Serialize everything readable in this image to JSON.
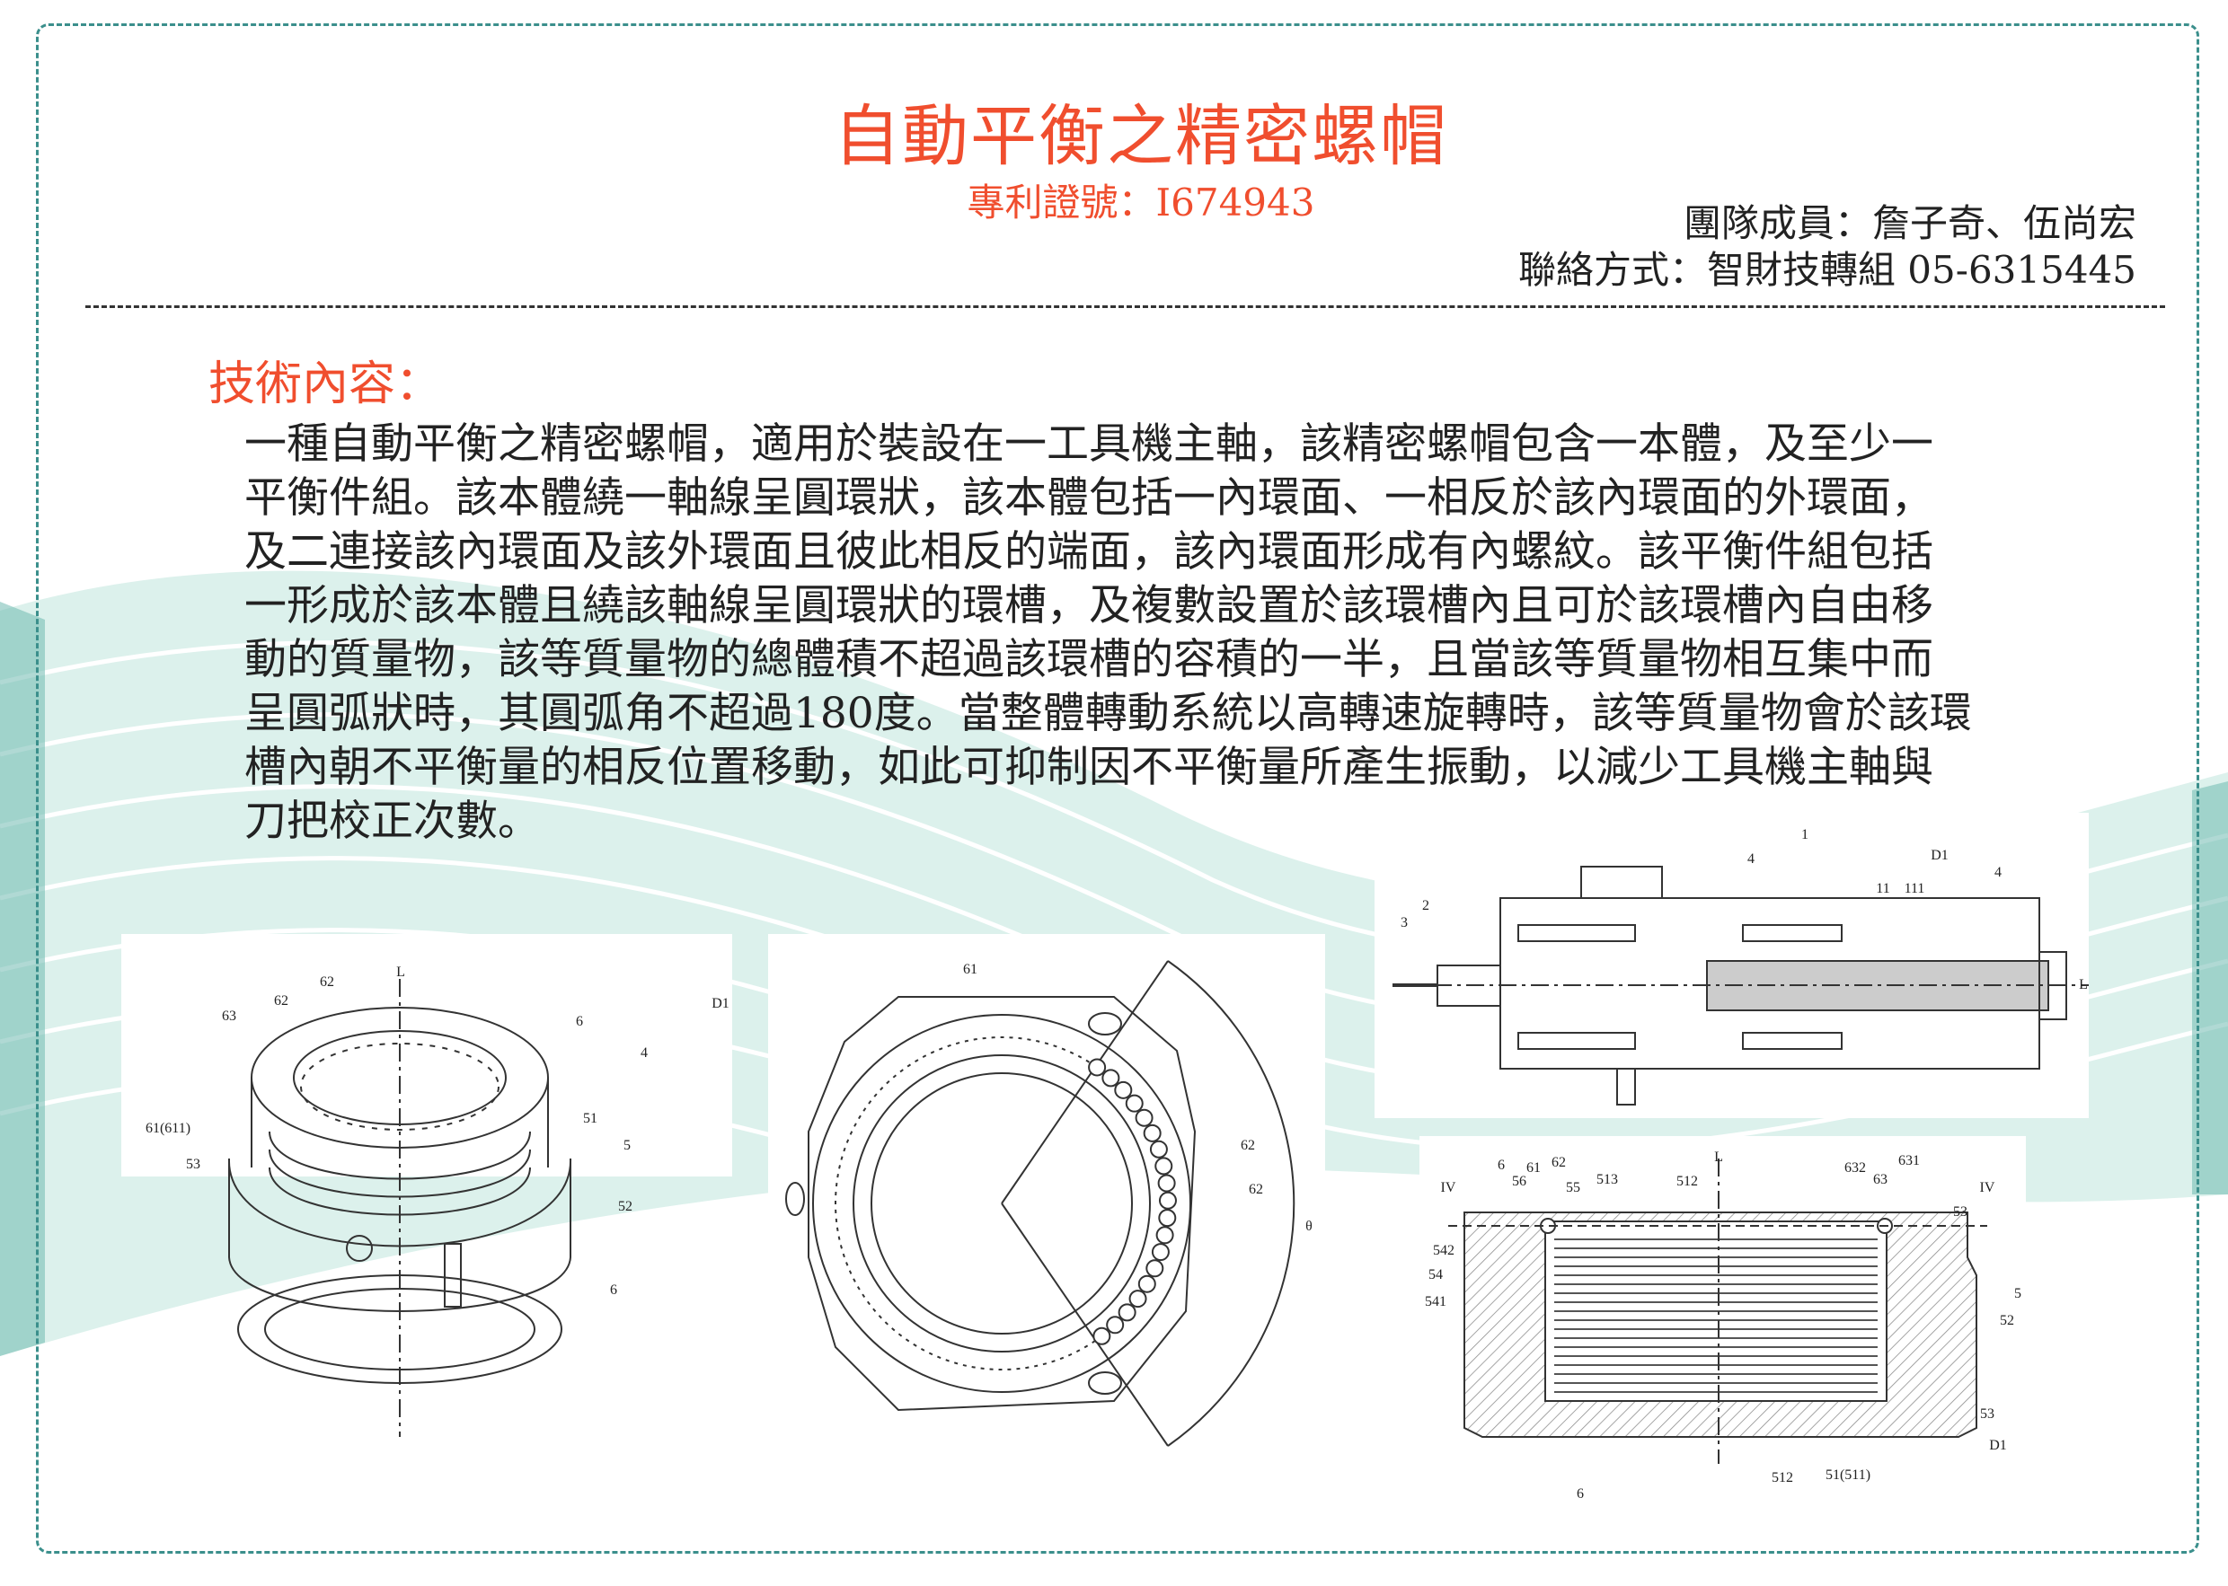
{
  "header": {
    "title": "自動平衡之精密螺帽",
    "patent_no": "專利證號：I674943",
    "team": "團隊成員：詹子奇、伍尚宏",
    "contact": "聯絡方式：智財技轉組 05-6315445"
  },
  "section": {
    "heading": "技術內容：",
    "lines": [
      "一種自動平衡之精密螺帽，適用於裝設在一工具機主軸，該精密螺帽包含一本體，及至少一",
      "平衡件組。該本體繞一軸線呈圓環狀，該本體包括一內環面、一相反於該內環面的外環面，",
      "及二連接該內環面及該外環面且彼此相反的端面，該內環面形成有內螺紋。該平衡件組包括",
      "一形成於該本體且繞該軸線呈圓環狀的環槽，及複數設置於該環槽內且可於該環槽內自由移",
      "動的質量物，該等質量物的總體積不超過該環槽的容積的一半，且當該等質量物相互集中而",
      "呈圓弧狀時，其圓弧角不超過180度。當整體轉動系統以高轉速旋轉時，該等質量物會於該環",
      "槽內朝不平衡量的相反位置移動，如此可抑制因不平衡量所產生振動，以減少工具機主軸與",
      "刀把校正次數。"
    ]
  },
  "figures": {
    "perspective": [
      "L",
      "62",
      "62",
      "63",
      "6",
      "D1",
      "4",
      "61(611)",
      "51",
      "53",
      "5",
      "52",
      "6"
    ],
    "top_view": [
      "61",
      "62",
      "62",
      "θ"
    ],
    "spindle": [
      "1",
      "4",
      "D1",
      "2",
      "3",
      "11",
      "111",
      "4",
      "L"
    ],
    "section": [
      "IV",
      "6",
      "61",
      "62",
      "56",
      "55",
      "513",
      "512",
      "L",
      "632",
      "631",
      "63",
      "IV",
      "53",
      "542",
      "54",
      "541",
      "5",
      "52",
      "53",
      "D1",
      "6",
      "512",
      "51(511)"
    ]
  },
  "colors": {
    "accent": "#f04e2e",
    "frame": "#3b8f8c",
    "wave": "#dcf1ec"
  }
}
